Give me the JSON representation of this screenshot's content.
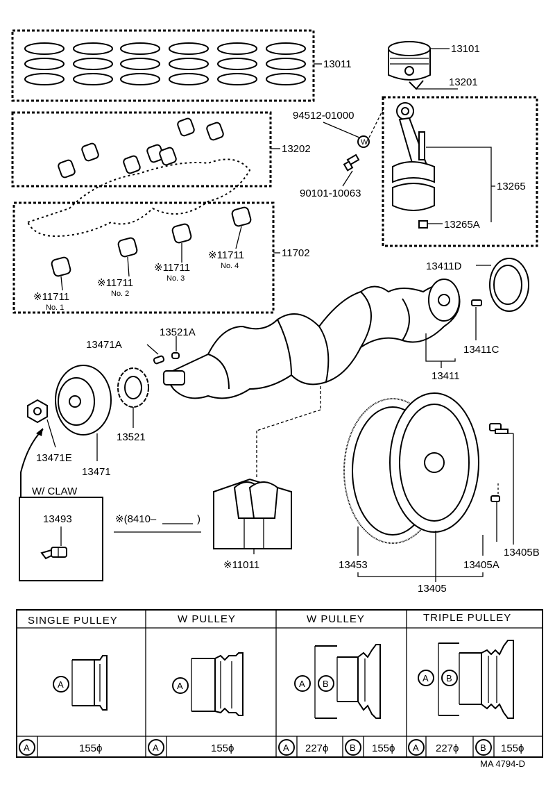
{
  "labels": {
    "rings": "13011",
    "piston": "13101",
    "rod_assy": "13201",
    "rod_nut_pn": "94512-01000",
    "rod_bolt_pn": "90101-10063",
    "rod_bolt": "13265",
    "rod_nut": "13265A",
    "rod_bearings": "13202",
    "main_bearings": "11702",
    "brg_1": "※11711",
    "brg_1_no": "No. 1",
    "brg_2": "※11711",
    "brg_2_no": "No. 2",
    "brg_3": "※11711",
    "brg_3_no": "No. 3",
    "brg_4": "※11711",
    "brg_4_no": "No. 4",
    "oil_seal": "13411D",
    "pin": "13411C",
    "crankshaft": "13411",
    "key_a": "13471A",
    "key_b": "13521A",
    "gear": "13521",
    "nut": "13471E",
    "pulley": "13471",
    "claw_note": "W/ CLAW",
    "claw": "13493",
    "date_note": "※(8410–",
    "date_close": ")",
    "thrust": "※11011",
    "ring_gear": "13453",
    "flywheel": "13405",
    "fw_bolt": "13405A",
    "fw_pin": "13405B",
    "circle_w": "W",
    "catalog_ref": "MA  4794-D"
  },
  "pulley_table": {
    "headers": [
      "SINGLE PULLEY",
      "W PULLEY",
      "W PULLEY",
      "TRIPLE PULLEY"
    ],
    "marker_a": "A",
    "marker_b": "B",
    "values": [
      "155ϕ",
      "155ϕ",
      "227ϕ",
      "155ϕ",
      "227ϕ",
      "155ϕ"
    ]
  }
}
